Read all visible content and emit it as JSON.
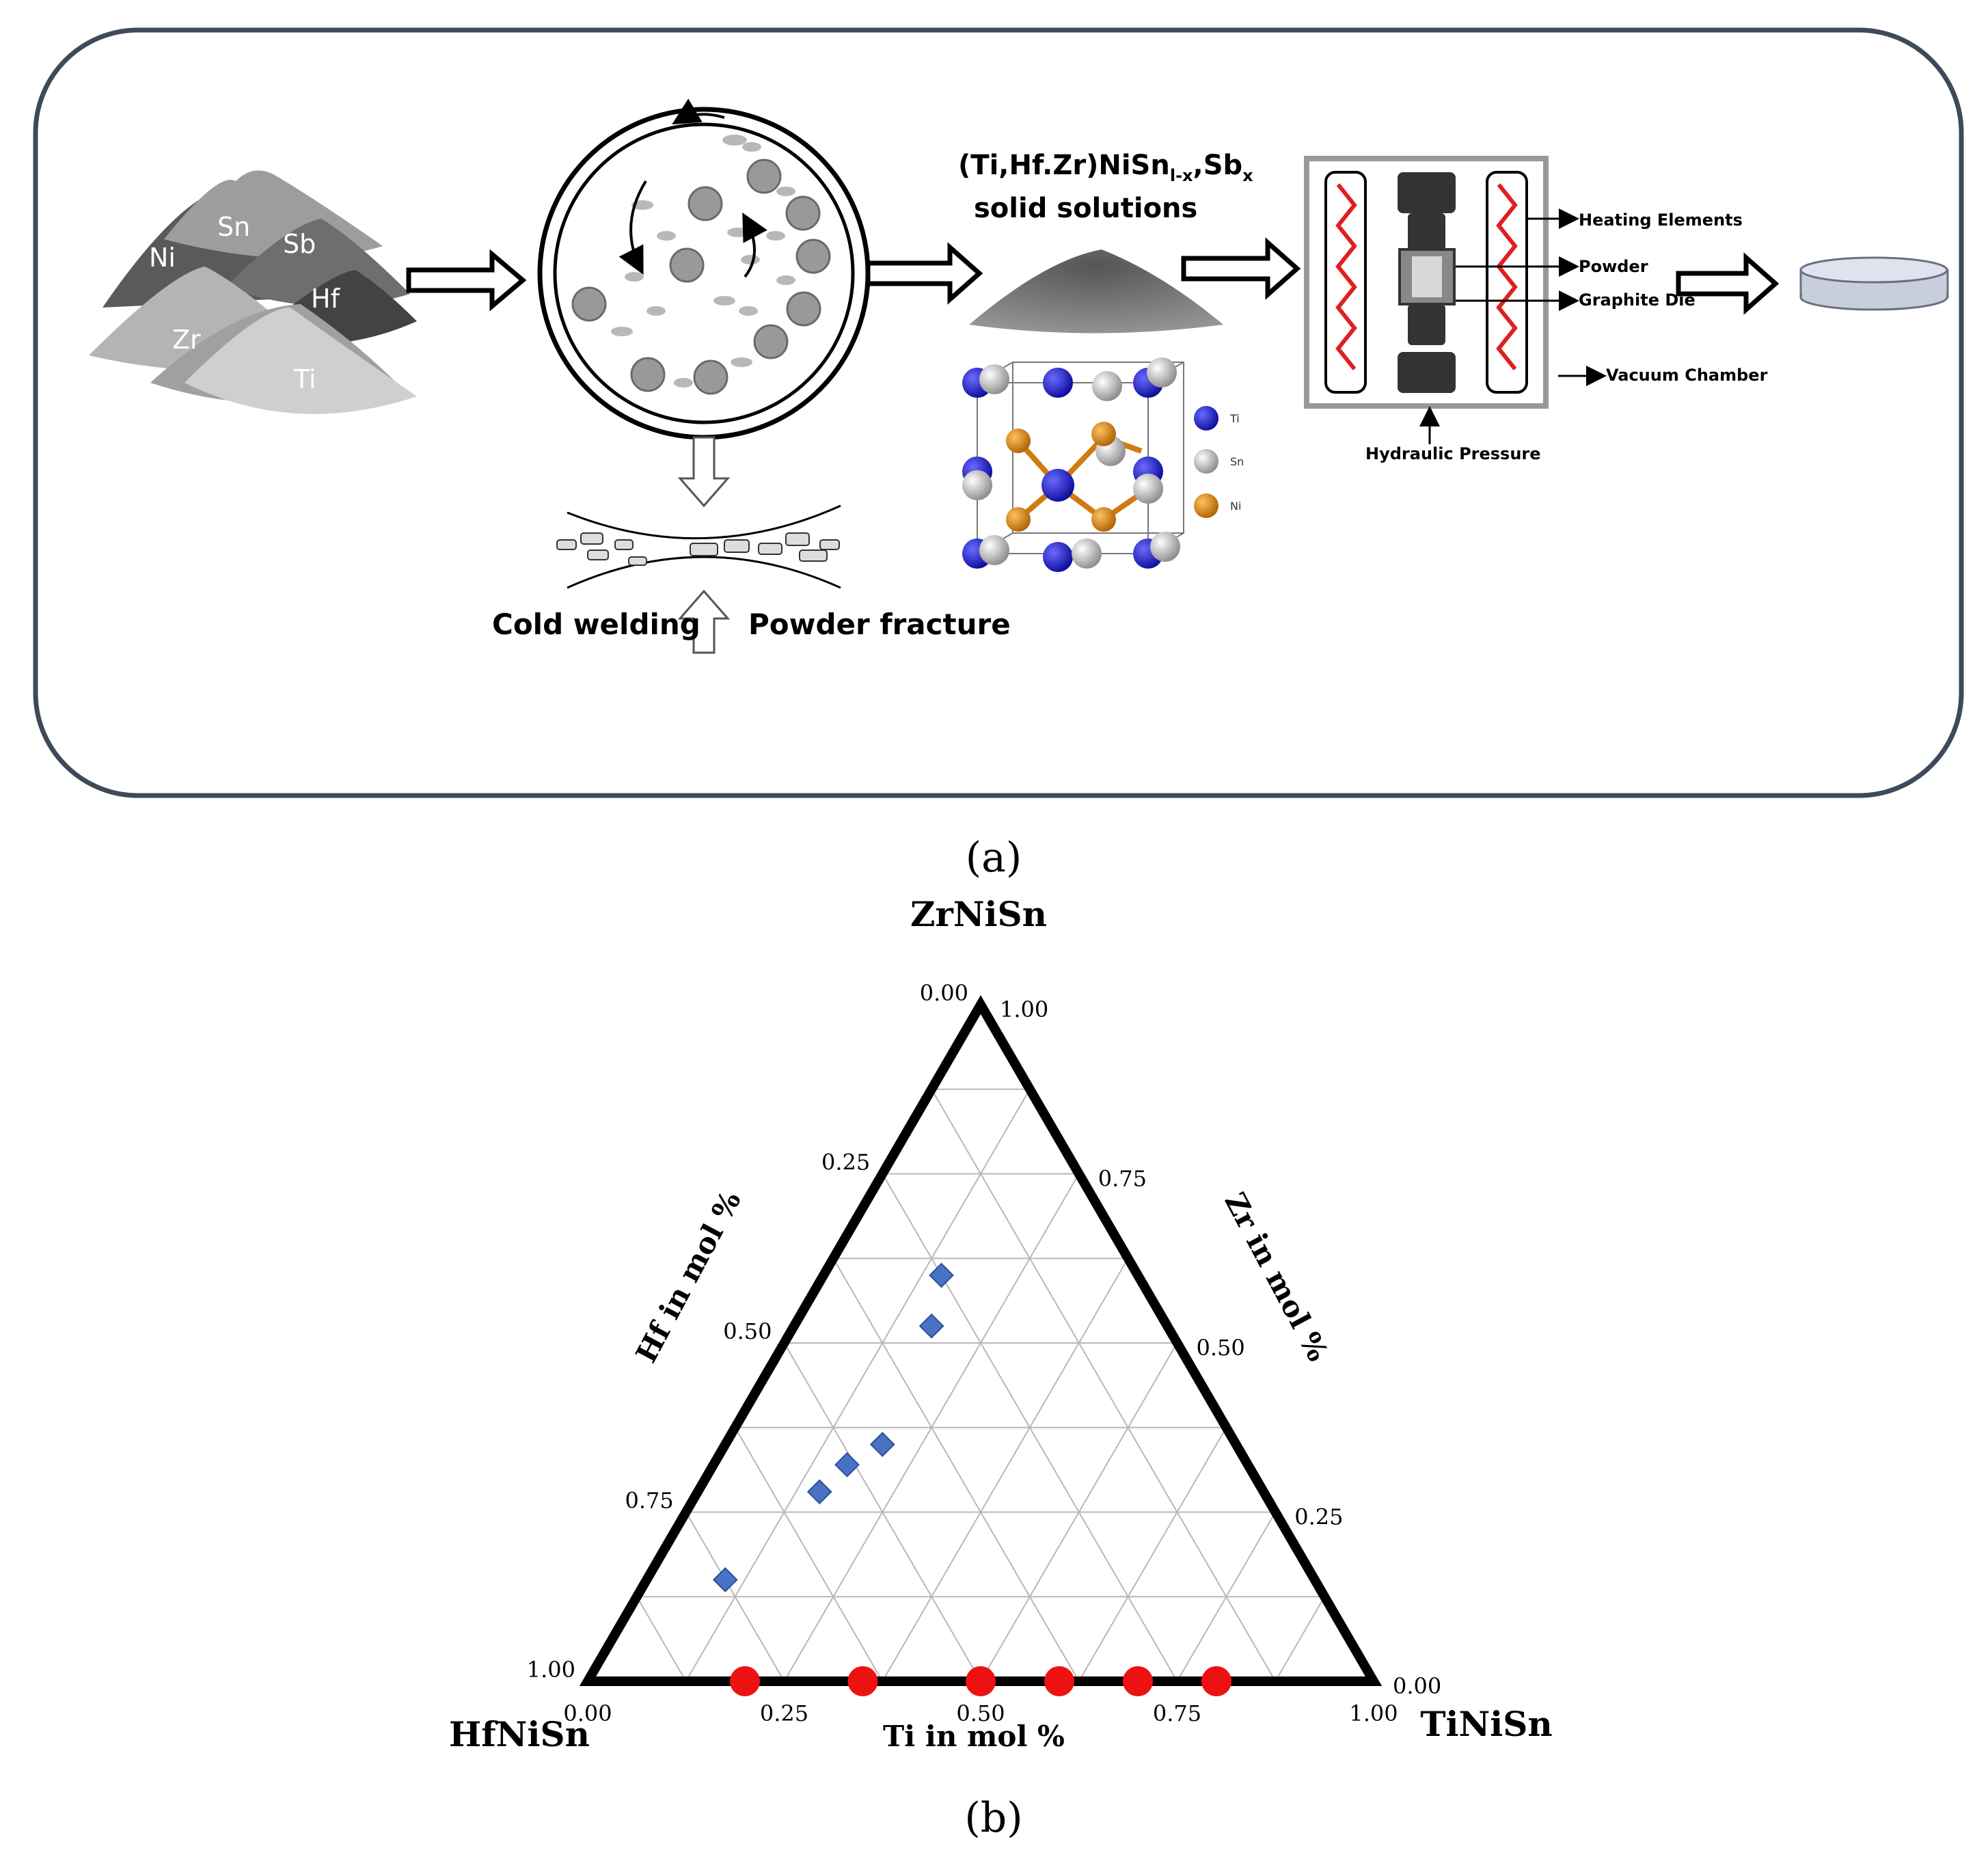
{
  "panel_a": {
    "caption": "(a)",
    "powders": [
      "Ni",
      "Sn",
      "Sb",
      "Hf",
      "Zr",
      "Ti"
    ],
    "milling": {
      "left_label": "Cold welding",
      "right_label": "Powder fracture"
    },
    "solid_solution": {
      "formula_prefix": "(Ti,Hf.Zr)NiSn",
      "formula_sub1": "l-x",
      "formula_mid": ",Sb",
      "formula_sub2": "x",
      "line2": "solid solutions"
    },
    "crystal_legend": [
      "Ti",
      "Sn",
      "Ni"
    ],
    "sintering": {
      "heating_elements": "Heating Elements",
      "powder": "Powder",
      "graphite_die": "Graphite Die",
      "vacuum_chamber": "Vacuum Chamber",
      "hydraulic_pressure": "Hydraulic Pressure"
    },
    "colors": {
      "frame": "#3e4a5a",
      "ti": "#1a1ad0",
      "sn": "#c8c8c8",
      "ni": "#e08a1a",
      "heater": "#e02020"
    }
  },
  "panel_b": {
    "caption": "(b)",
    "chart_data": {
      "type": "scatter",
      "subtype": "ternary",
      "vertices": {
        "top": "ZrNiSn",
        "bottom_left": "HfNiSn",
        "bottom_right": "TiNiSn"
      },
      "axis_labels": {
        "left": "Hf in mol %",
        "right": "Zr in mol %",
        "bottom": "Ti in mol %"
      },
      "left_ticks": [
        "0.00",
        "0.25",
        "0.50",
        "0.75",
        "1.00"
      ],
      "right_ticks": [
        "1.00",
        "0.75",
        "0.50",
        "0.25",
        "0.00"
      ],
      "bottom_ticks": [
        "0.00",
        "0.25",
        "0.50",
        "0.75",
        "1.00"
      ],
      "grid": true,
      "series": [
        {
          "marker": "diamond",
          "color": "#4a72c4",
          "points": [
            {
              "ti": 0.15,
              "zr": 0.6,
              "hf": 0.25
            },
            {
              "ti": 0.175,
              "zr": 0.525,
              "hf": 0.3
            },
            {
              "ti": 0.2,
              "zr": 0.35,
              "hf": 0.45
            },
            {
              "ti": 0.17,
              "zr": 0.32,
              "hf": 0.51
            },
            {
              "ti": 0.155,
              "zr": 0.28,
              "hf": 0.565
            },
            {
              "ti": 0.1,
              "zr": 0.15,
              "hf": 0.75
            }
          ]
        },
        {
          "marker": "circle",
          "color": "#ee1111",
          "points": [
            {
              "ti": 0.2,
              "zr": 0.0,
              "hf": 0.8
            },
            {
              "ti": 0.35,
              "zr": 0.0,
              "hf": 0.65
            },
            {
              "ti": 0.5,
              "zr": 0.0,
              "hf": 0.5
            },
            {
              "ti": 0.6,
              "zr": 0.0,
              "hf": 0.4
            },
            {
              "ti": 0.7,
              "zr": 0.0,
              "hf": 0.3
            },
            {
              "ti": 0.8,
              "zr": 0.0,
              "hf": 0.2
            }
          ]
        }
      ]
    }
  }
}
